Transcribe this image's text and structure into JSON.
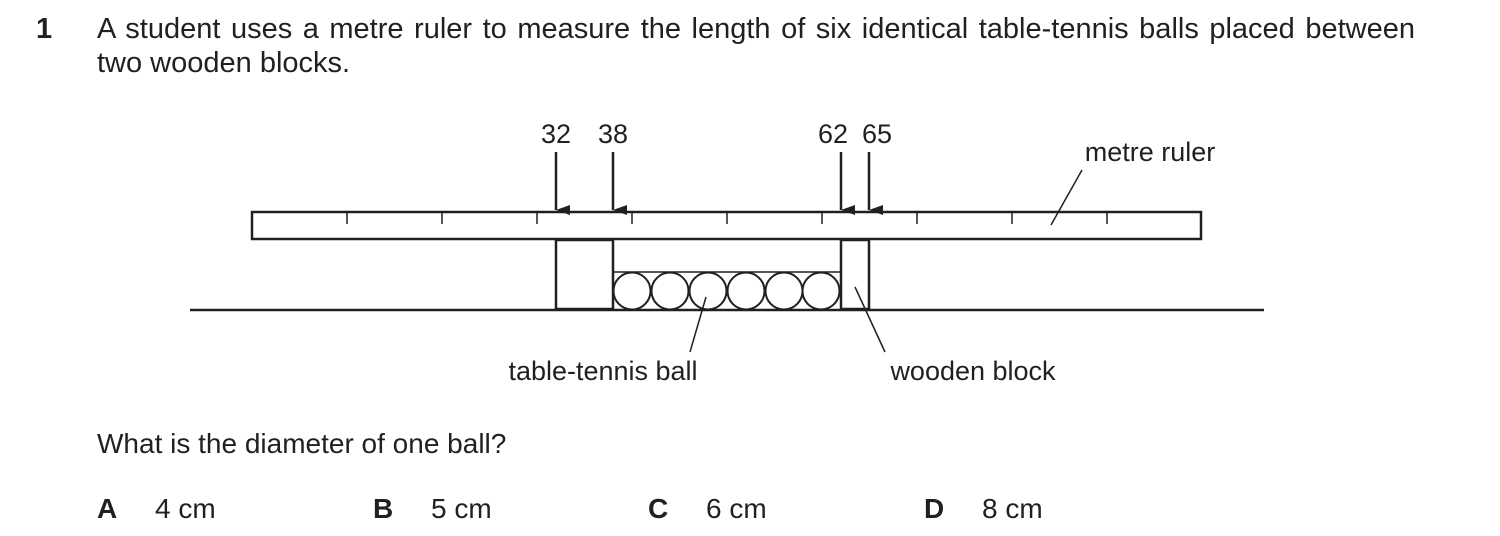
{
  "question": {
    "number": "1",
    "stem": "A student uses a metre ruler to measure the length of six identical table-tennis balls placed between two wooden blocks.",
    "prompt": "What is the diameter of one ball?"
  },
  "diagram": {
    "readings": [
      "32",
      "38",
      "62",
      "65"
    ],
    "labels": {
      "ruler": "metre ruler",
      "ball": "table-tennis ball",
      "block": "wooden block"
    },
    "ball_count": 6
  },
  "options": [
    {
      "letter": "A",
      "text": "4 cm"
    },
    {
      "letter": "B",
      "text": "5 cm"
    },
    {
      "letter": "C",
      "text": "6 cm"
    },
    {
      "letter": "D",
      "text": "8 cm"
    }
  ]
}
